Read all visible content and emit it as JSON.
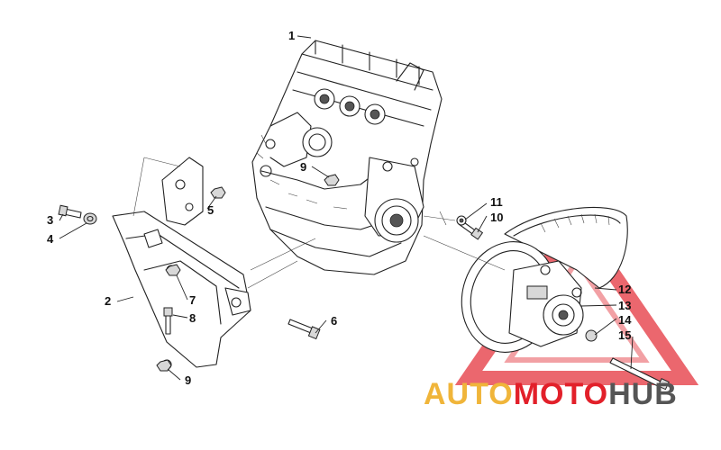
{
  "diagram": {
    "callouts": [
      "1",
      "2",
      "3",
      "4",
      "5",
      "6",
      "7",
      "8",
      "9",
      "9",
      "10",
      "11",
      "12",
      "13",
      "14",
      "15"
    ]
  },
  "watermark": {
    "part_a": "AUTO",
    "part_b": "MOTO",
    "part_c": "HUB",
    "colors": {
      "yellow": "#f0b53a",
      "red": "#e2202a",
      "gray": "#555555"
    }
  }
}
